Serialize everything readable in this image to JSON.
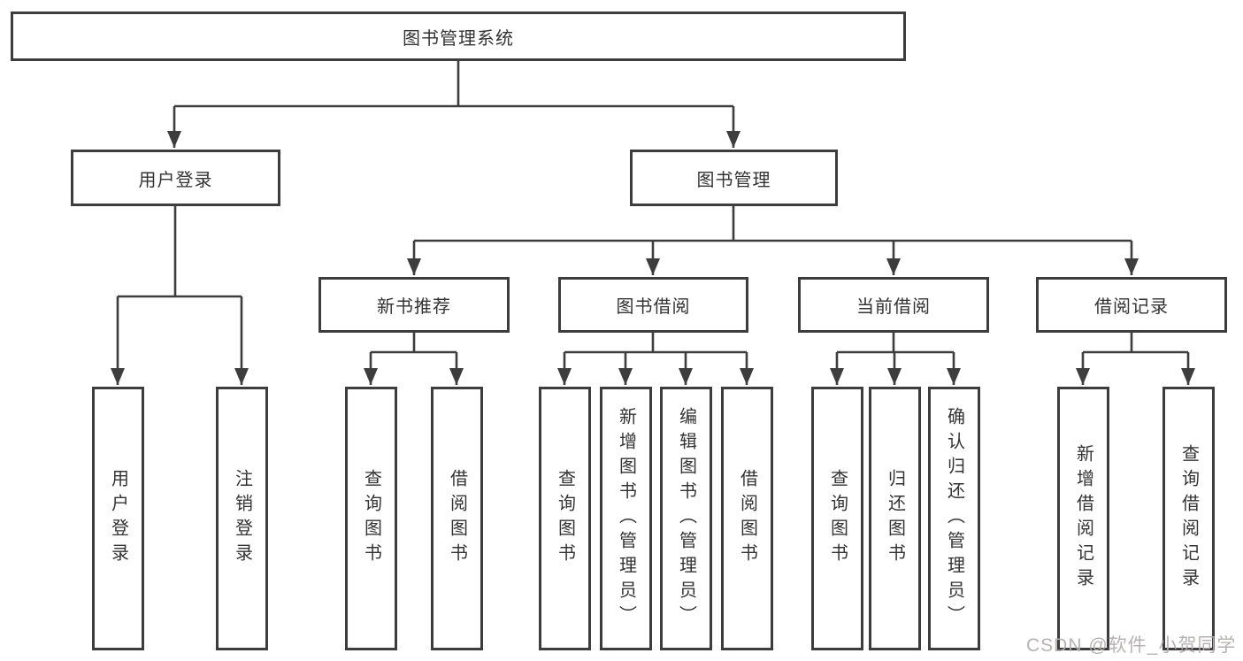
{
  "diagram": {
    "root": {
      "label": "图书管理系统"
    },
    "user_login": {
      "label": "用户登录",
      "leaves": [
        "用户登录",
        "注销登录"
      ]
    },
    "book_mgmt": {
      "label": "图书管理",
      "groups": [
        {
          "label": "新书推荐",
          "leaves": [
            "查询图书",
            "借阅图书"
          ]
        },
        {
          "label": "图书借阅",
          "leaves": [
            "查询图书",
            "新增图书（管理员）",
            "编辑图书（管理员）",
            "借阅图书"
          ]
        },
        {
          "label": "当前借阅",
          "leaves": [
            "查询图书",
            "归还图书",
            "确认归还（管理员）"
          ]
        },
        {
          "label": "借阅记录",
          "leaves": [
            "新增借阅记录",
            "查询借阅记录"
          ]
        }
      ]
    }
  },
  "watermark": {
    "text": "CSDN @软件_小贺同学"
  },
  "colors": {
    "line": "#3d3d3d",
    "box_border": "#3d3d3d",
    "text": "#333333",
    "watermark": "#b2aeae",
    "background": "#ffffff"
  }
}
